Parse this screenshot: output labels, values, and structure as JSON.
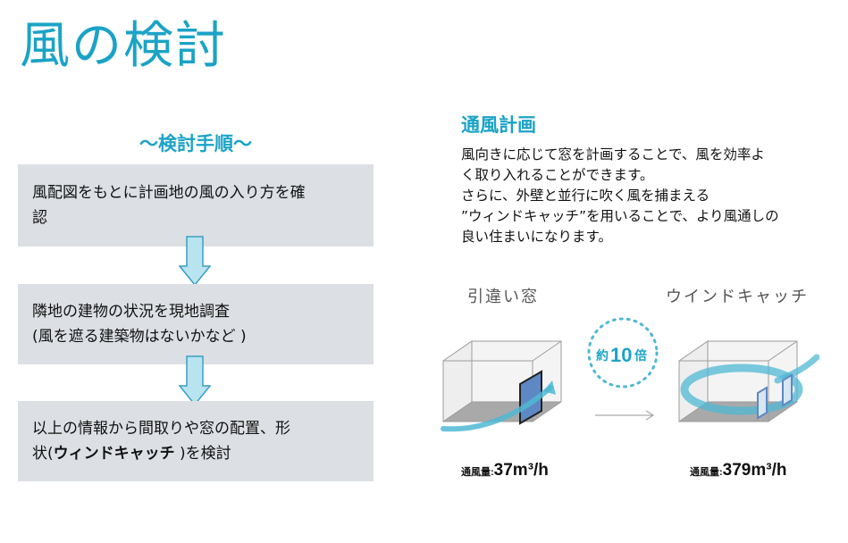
{
  "page": {
    "title": "風の検討"
  },
  "procedure": {
    "heading": "～検討手順～",
    "steps": [
      {
        "line1": "風配図をもとに計画地の風の入り方を確",
        "line2": "認"
      },
      {
        "line1": "隣地の建物の状況を現地調査",
        "line2": "(風を遮る建築物はないかなど )"
      },
      {
        "line1": "以上の情報から間取りや窓の配置、形",
        "line2_prefix": "状(",
        "line2_bold": "ウィンドキャッチ",
        "line2_suffix": " )を検討"
      }
    ]
  },
  "ventilation": {
    "heading": "通風計画",
    "description": [
      "風向きに応じて窓を計画することで、風を効率よ",
      "く取り入れることができます。",
      "さらに、外壁と並行に吹く風を捕まえる",
      "”ウィンドキャッチ”を用いることで、より風通しの",
      "良い住まいになります。"
    ],
    "diagrams": {
      "left_label": "引違い窓",
      "right_label": "ウインドキャッチ",
      "badge_prefix": "約",
      "badge_number": "10",
      "badge_suffix": "倍",
      "left_flow_key": "通風量:",
      "left_flow_value": "37m³/h",
      "right_flow_key": "通風量:",
      "right_flow_value": "379m³/h"
    }
  },
  "colors": {
    "accent": "#1ba3c6",
    "step_box": "#dcdfe4",
    "arrow_fill": "#b8e4f0",
    "wind_swirl": "#4fb8d4"
  }
}
